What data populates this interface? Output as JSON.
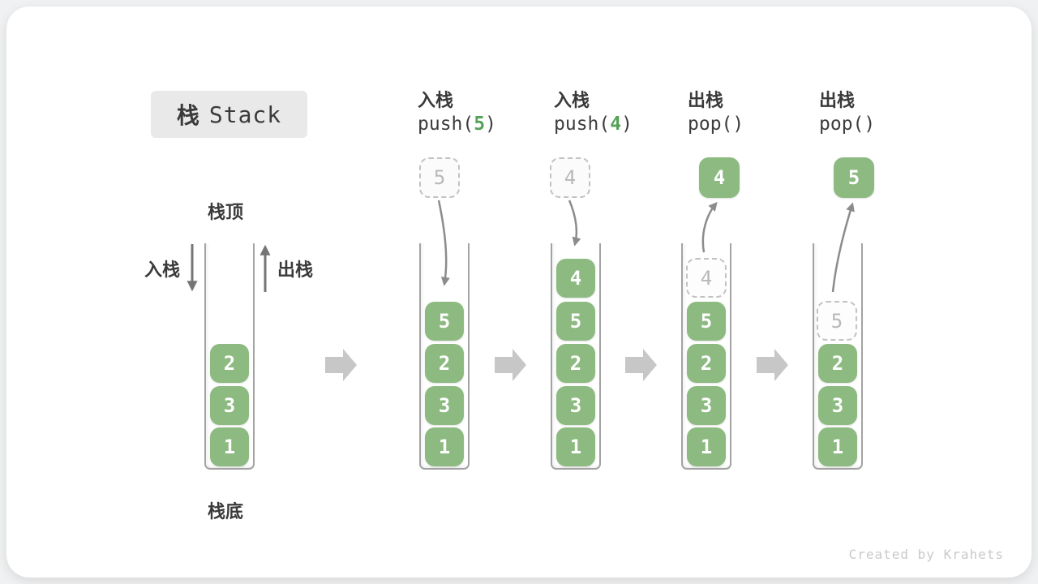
{
  "title": {
    "zh": "栈",
    "en": "Stack"
  },
  "side_labels": {
    "stack_top": "栈顶",
    "stack_bottom": "栈底",
    "push": "入栈",
    "pop": "出栈"
  },
  "footer": {
    "credit": "Created by Krahets"
  },
  "colors": {
    "element_green": "#8cba80",
    "code_arg_green": "#55a259",
    "label_dark": "#3a3a3a",
    "ghost_gray": "#c2c2c2",
    "curve_arrow_gray": "#8c8c8c",
    "block_arrow_gray": "#c7c7c7",
    "badge_bg": "#e9e9e9"
  },
  "stages": [
    {
      "elements": [
        "2",
        "3",
        "1"
      ]
    },
    {
      "op_zh": "入栈",
      "code_pre": "push(",
      "code_arg": "5",
      "code_post": ")",
      "floating": "5",
      "elements": [
        "5",
        "2",
        "3",
        "1"
      ]
    },
    {
      "op_zh": "入栈",
      "code_pre": "push(",
      "code_arg": "4",
      "code_post": ")",
      "floating": "4",
      "elements": [
        "4",
        "5",
        "2",
        "3",
        "1"
      ]
    },
    {
      "op_zh": "出栈",
      "code_pre": "pop(",
      "code_arg": "",
      "code_post": ")",
      "floating": "4",
      "ghost": "4",
      "elements": [
        "5",
        "2",
        "3",
        "1"
      ]
    },
    {
      "op_zh": "出栈",
      "code_pre": "pop(",
      "code_arg": "",
      "code_post": ")",
      "floating": "5",
      "ghost": "5",
      "elements": [
        "2",
        "3",
        "1"
      ]
    }
  ]
}
